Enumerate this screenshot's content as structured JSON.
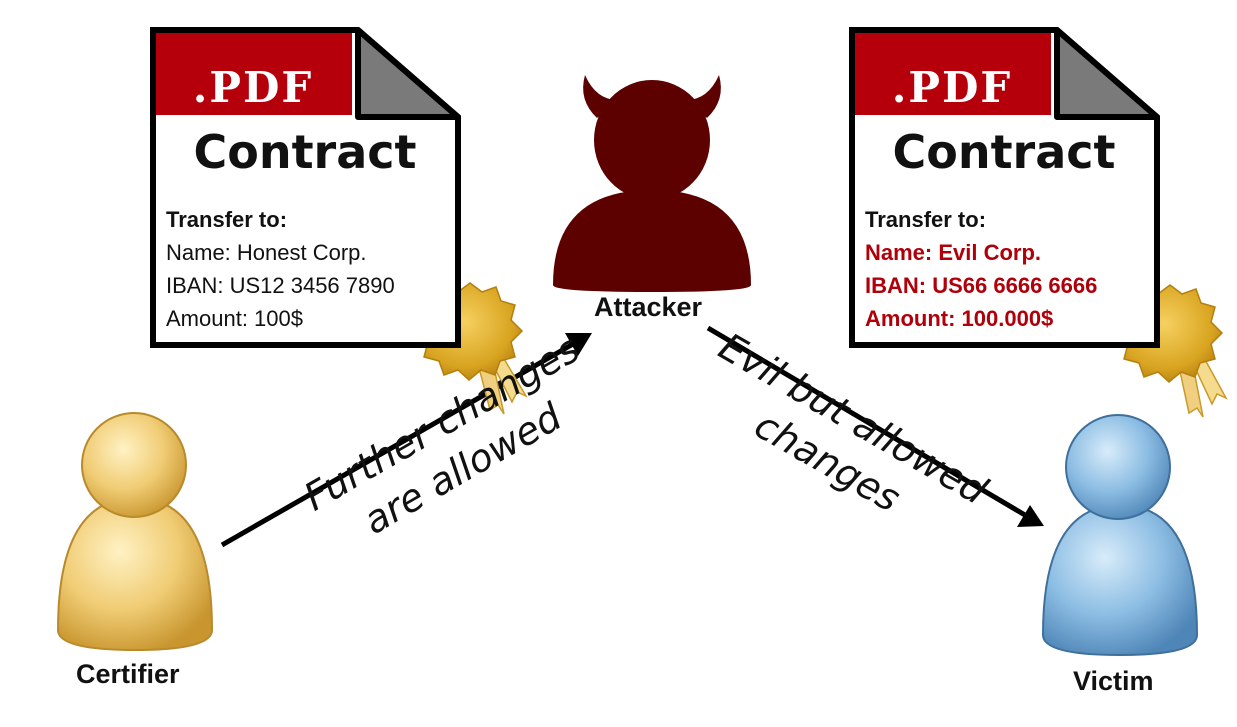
{
  "documents": {
    "original": {
      "badge": ".PDF",
      "title": "Contract",
      "transfer_label": "Transfer to:",
      "name_line": "Name: Honest Corp.",
      "iban_line": "IBAN: US12 3456 7890",
      "amount_line": "Amount: 100$"
    },
    "manipulated": {
      "badge": ".PDF",
      "title": "Contract",
      "transfer_label": "Transfer to:",
      "name_line": "Name: Evil Corp.",
      "iban_line": "IBAN: US66 6666 6666",
      "amount_line": "Amount: 100.000$"
    }
  },
  "actors": {
    "certifier": "Certifier",
    "attacker": "Attacker",
    "victim": "Victim"
  },
  "arrows": {
    "certifier_to_attacker": {
      "line1": "Further changes",
      "line2": "are allowed"
    },
    "attacker_to_victim": {
      "line1": "Evil but allowed",
      "line2": "changes"
    }
  },
  "colors": {
    "pdf_red": "#b5000c",
    "evil_text": "#b0000a",
    "certifier": "#e8c36a",
    "attacker": "#5c0000",
    "victim": "#7fb2dd",
    "seal": "#d9a521"
  }
}
